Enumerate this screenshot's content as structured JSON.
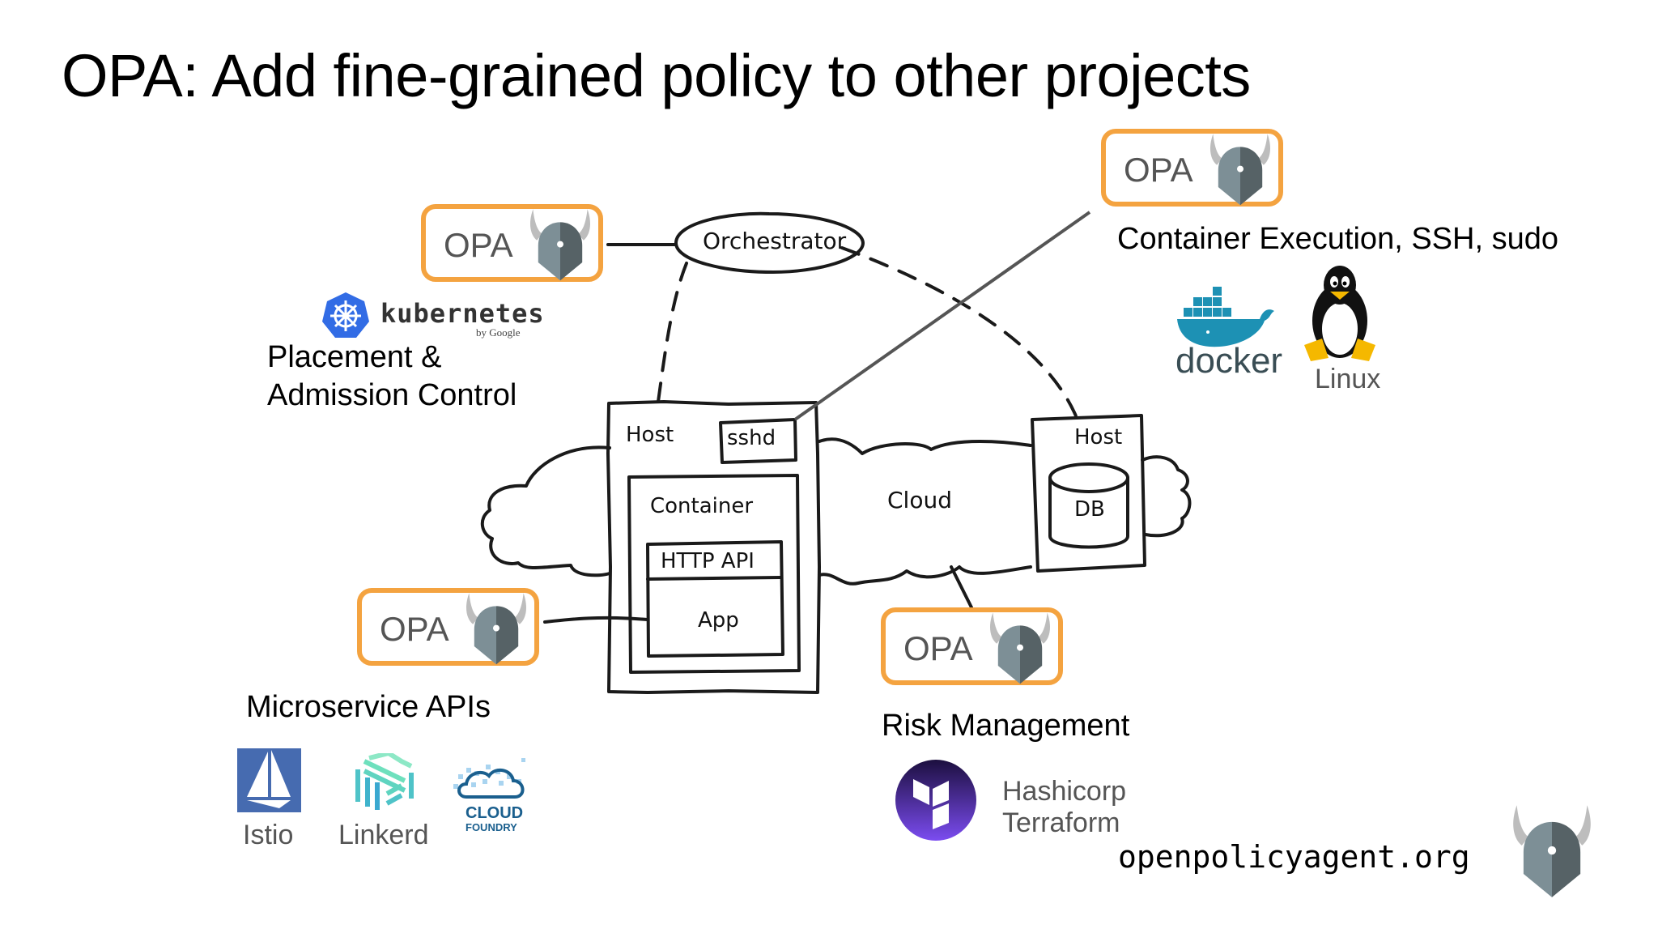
{
  "title": "OPA: Add fine-grained policy to other projects",
  "opa_badge_label": "OPA",
  "diagram": {
    "orchestrator": "Orchestrator",
    "host_left": "Host",
    "sshd": "sshd",
    "container": "Container",
    "http_api": "HTTP API",
    "app": "App",
    "cloud": "Cloud",
    "host_right": "Host",
    "db": "DB"
  },
  "integrations": {
    "kubernetes": {
      "logo_text": "kubernetes",
      "logo_subtext": "by Google",
      "caption_line1": "Placement &",
      "caption_line2": "Admission Control"
    },
    "container": {
      "caption": "Container Execution, SSH, sudo",
      "logos": [
        {
          "icon": "docker-icon",
          "label": "docker"
        },
        {
          "icon": "linux-tux-icon",
          "label": "Linux"
        }
      ]
    },
    "microservice": {
      "caption": "Microservice APIs",
      "logos": [
        {
          "icon": "istio-icon",
          "label": "Istio"
        },
        {
          "icon": "linkerd-icon",
          "label": "Linkerd"
        },
        {
          "icon": "cloud-foundry-icon",
          "label_line1": "CLOUD",
          "label_line2": "FOUNDRY"
        }
      ]
    },
    "risk": {
      "caption": "Risk Management",
      "logo_icon": "terraform-icon",
      "label_line1": "Hashicorp",
      "label_line2": "Terraform"
    }
  },
  "footer_url": "openpolicyagent.org",
  "colors": {
    "opa_border": "#f4a340",
    "helmet_light": "#7d8f96",
    "helmet_dark": "#566266",
    "horn": "#bdbdbd",
    "k8s_blue": "#326ce5",
    "docker_blue": "#1d91b4",
    "istio_blue": "#466bb0",
    "terraform_purple": "#5c4ee5"
  }
}
